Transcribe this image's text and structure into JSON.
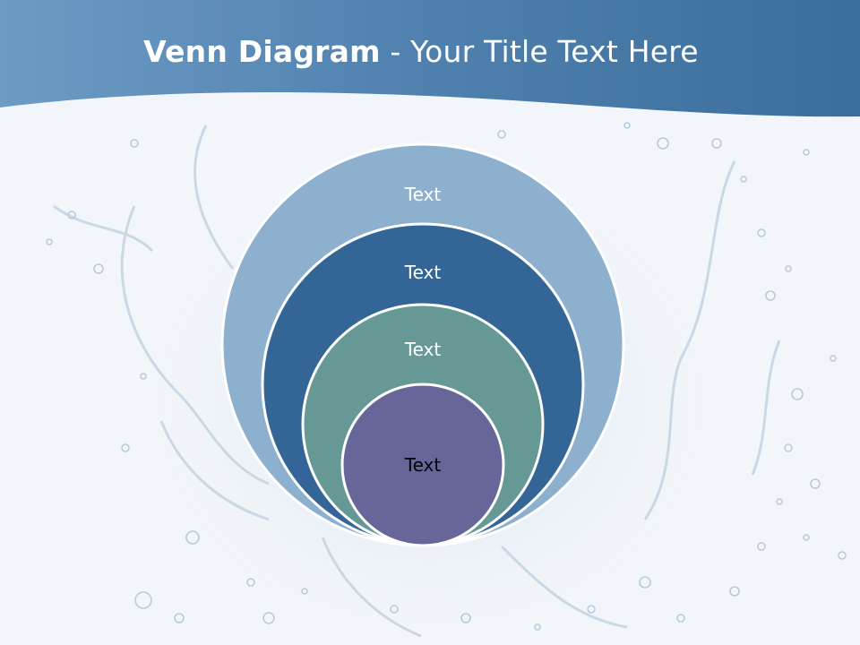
{
  "slide": {
    "title_bold": "Venn Diagram",
    "title_separator": " - ",
    "title_rest": "Your Title Text Here"
  },
  "rings": [
    {
      "label": "Text",
      "color": "#8db0cf",
      "text_color": "#ffffff"
    },
    {
      "label": "Text",
      "color": "#336597",
      "text_color": "#ffffff"
    },
    {
      "label": "Text",
      "color": "#669996",
      "text_color": "#ffffff"
    },
    {
      "label": "Text",
      "color": "#666699",
      "text_color": "#000000"
    }
  ],
  "colors": {
    "header_dark": "#3b6e9c",
    "header_light": "#6d9bc4",
    "background": "#f2f6fa",
    "ring_border": "#ffffff"
  }
}
